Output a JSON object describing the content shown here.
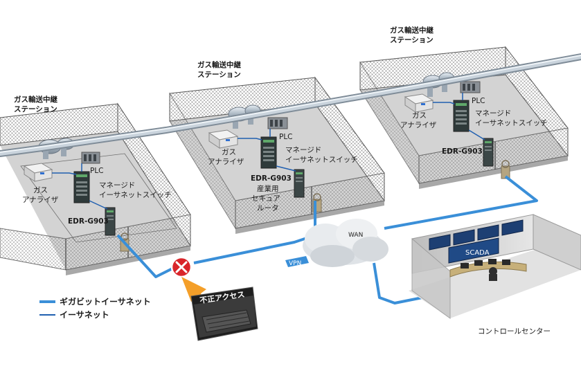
{
  "stations": [
    {
      "title_line1": "ガス輸送中継",
      "title_line2": "ステーション",
      "plc": "PLC",
      "analyzer_line1": "ガス",
      "analyzer_line2": "アナライザ",
      "switch_line1": "マネージド",
      "switch_line2": "イーサネットスイッチ",
      "router_model": "EDR-G903"
    },
    {
      "title_line1": "ガス輸送中継",
      "title_line2": "ステーション",
      "plc": "PLC",
      "analyzer_line1": "ガス",
      "analyzer_line2": "アナライザ",
      "switch_line1": "マネージド",
      "switch_line2": "イーサネットスイッチ",
      "router_model": "EDR-G903",
      "router_line1": "産業用",
      "router_line2": "セキュア",
      "router_line3": "ルータ"
    },
    {
      "title_line1": "ガス輸送中継",
      "title_line2": "ステーション",
      "plc": "PLC",
      "analyzer_line1": "ガス",
      "analyzer_line2": "アナライザ",
      "switch_line1": "マネージド",
      "switch_line2": "イーサネットスイッチ",
      "router_model": "EDR-G903"
    }
  ],
  "network": {
    "wan": "WAN",
    "vpn": "VPN"
  },
  "control_center": {
    "screen": "SCADA",
    "label": "コントロールセンター"
  },
  "legend": {
    "gigabit": "ギガビットイーサネット",
    "ethernet": "イーサネット"
  },
  "alert": {
    "label": "不正アクセス"
  },
  "colors": {
    "gigabit_line": "#3a8fd8",
    "ethernet_line": "#1f5fb0",
    "blocked": "#d9262b",
    "arrow": "#f39a1e",
    "floor": "#d5d5d5",
    "fence": "#5a5a5a"
  }
}
